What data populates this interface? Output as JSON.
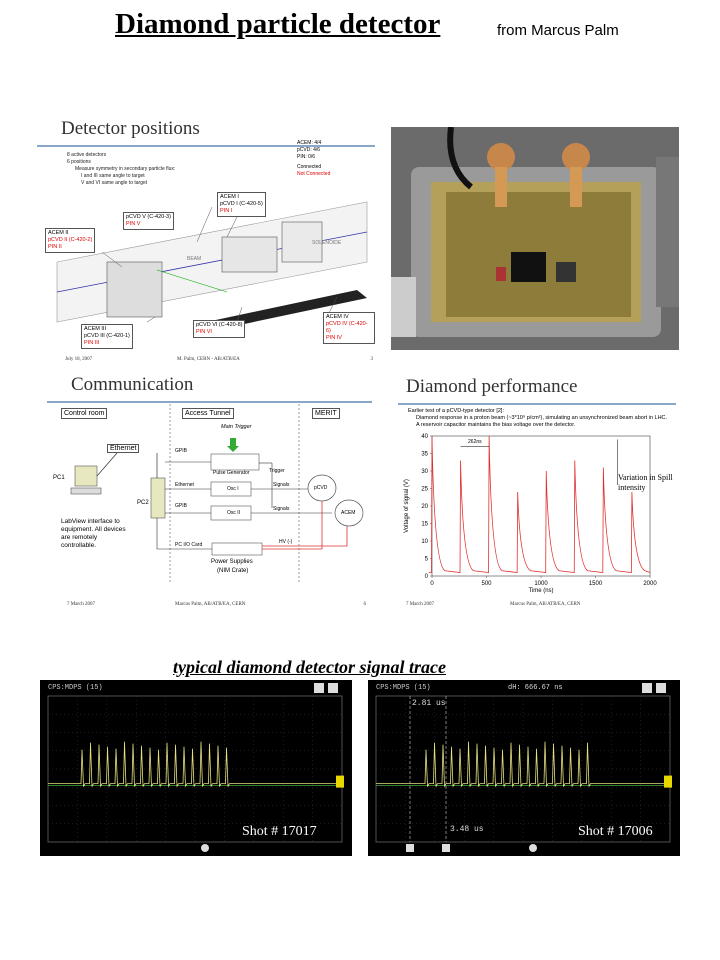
{
  "title": "Diamond particle detector",
  "byline": "from Marcus Palm",
  "slide_positions": {
    "title": "Detector positions",
    "bullets": [
      "8 active detectors",
      "6 positions",
      "Measure symmetry in secondary particle flux:",
      "I and III same angle to target",
      "V and VI same angle to target"
    ],
    "legend": [
      "ACEM: 4/4",
      "pCVD: 4/6",
      "PIN: 0/6",
      "Connected",
      "Not Connected"
    ],
    "boxes": {
      "acem1": [
        "ACEM I",
        "pCVD I (C-420-5)",
        "PIN I"
      ],
      "pcvd5": [
        "pCVD V (C-420-3)",
        "PIN V"
      ],
      "acem2": [
        "ACEM II",
        "pCVD II (C-420-2)",
        "PIN II"
      ],
      "acem3": [
        "ACEM III",
        "pCVD III (C-420-1)",
        "PIN III"
      ],
      "pcvd6": [
        "pCVD VI (C-420-8)",
        "PIN VI"
      ],
      "acem4": [
        "ACEM IV",
        "pCVD IV (C-420-6)",
        "PIN IV"
      ]
    },
    "beam": "BEAM",
    "solenoid": "SOLENOIDE",
    "footer_left": "July 18, 2007",
    "footer_mid": "M. Palm, CERN - AB/ATB/EA",
    "footer_right": "3"
  },
  "slide_comm": {
    "title": "Communication",
    "sections": [
      "Control room",
      "Access Tunnel",
      "MERIT"
    ],
    "ethernet": "Ethernet",
    "main_trigger": "Main Trigger",
    "pulse_gen": "Pulse Generator",
    "osc1": "Osc I",
    "osc2": "Osc II",
    "pc1": "PC1",
    "pc2": "PC2",
    "gpib1": "GPIB",
    "gpib2": "GPIB",
    "eth2": "Ethernet",
    "trigger": "Trigger",
    "signals1": "Signals",
    "signals2": "Signals",
    "pcvd": "pCVD",
    "acem": "ACEM",
    "hv": "HV (-)",
    "pcio": "PC I/O Card",
    "power": "Power Supplies",
    "nim": "(NIM Crate)",
    "note": "LabView interface to equipment. All devices are remotely controllable.",
    "footer_left": "7 March 2007",
    "footer_mid": "Marcus Palm, AB/ATB/EA, CERN",
    "footer_right": "6"
  },
  "slide_perf": {
    "title": "Diamond performance",
    "bullet": "Earlier test of a pCVD-type detector [2]:",
    "sub1": "Diamond response in a proton beam (~3*10⁹ p/cm²), simulating an unsynchronized beam abort in LHC.",
    "sub2": "A reservoir capacitor maintains the bias voltage over the detector.",
    "annotation": "Variation in Spill intensity",
    "spacing": "262ns",
    "footer_left": "7 March 2007",
    "footer_mid": "Marcus Palm, AB/ATB/EA, CERN"
  },
  "section_title": "typical diamond detector signal trace",
  "scope1": {
    "header": "CPS:MDPS (15)",
    "shot": "Shot # 17017"
  },
  "scope2": {
    "header": "CPS:MDPS (15)",
    "dh": "dH: 666.67 ns",
    "m1": "2.81 us",
    "m2": "3.48 us",
    "shot": "Shot # 17006"
  },
  "chart_data": {
    "type": "line",
    "xlabel": "Time (ns)",
    "ylabel": "Voltage of signal (V)",
    "xlim": [
      0,
      2000
    ],
    "ylim": [
      0,
      40
    ],
    "x_ticks": [
      0,
      500,
      1000,
      1500,
      2000
    ],
    "y_ticks": [
      0,
      5,
      10,
      15,
      20,
      25,
      30,
      35,
      40
    ],
    "series": [
      {
        "peaks_x": [
          0,
          262,
          524,
          786,
          1048,
          1310,
          1572,
          1834
        ],
        "peaks_y": [
          42,
          33,
          40,
          24,
          30,
          33,
          31,
          24
        ],
        "baseline": 1
      }
    ]
  }
}
